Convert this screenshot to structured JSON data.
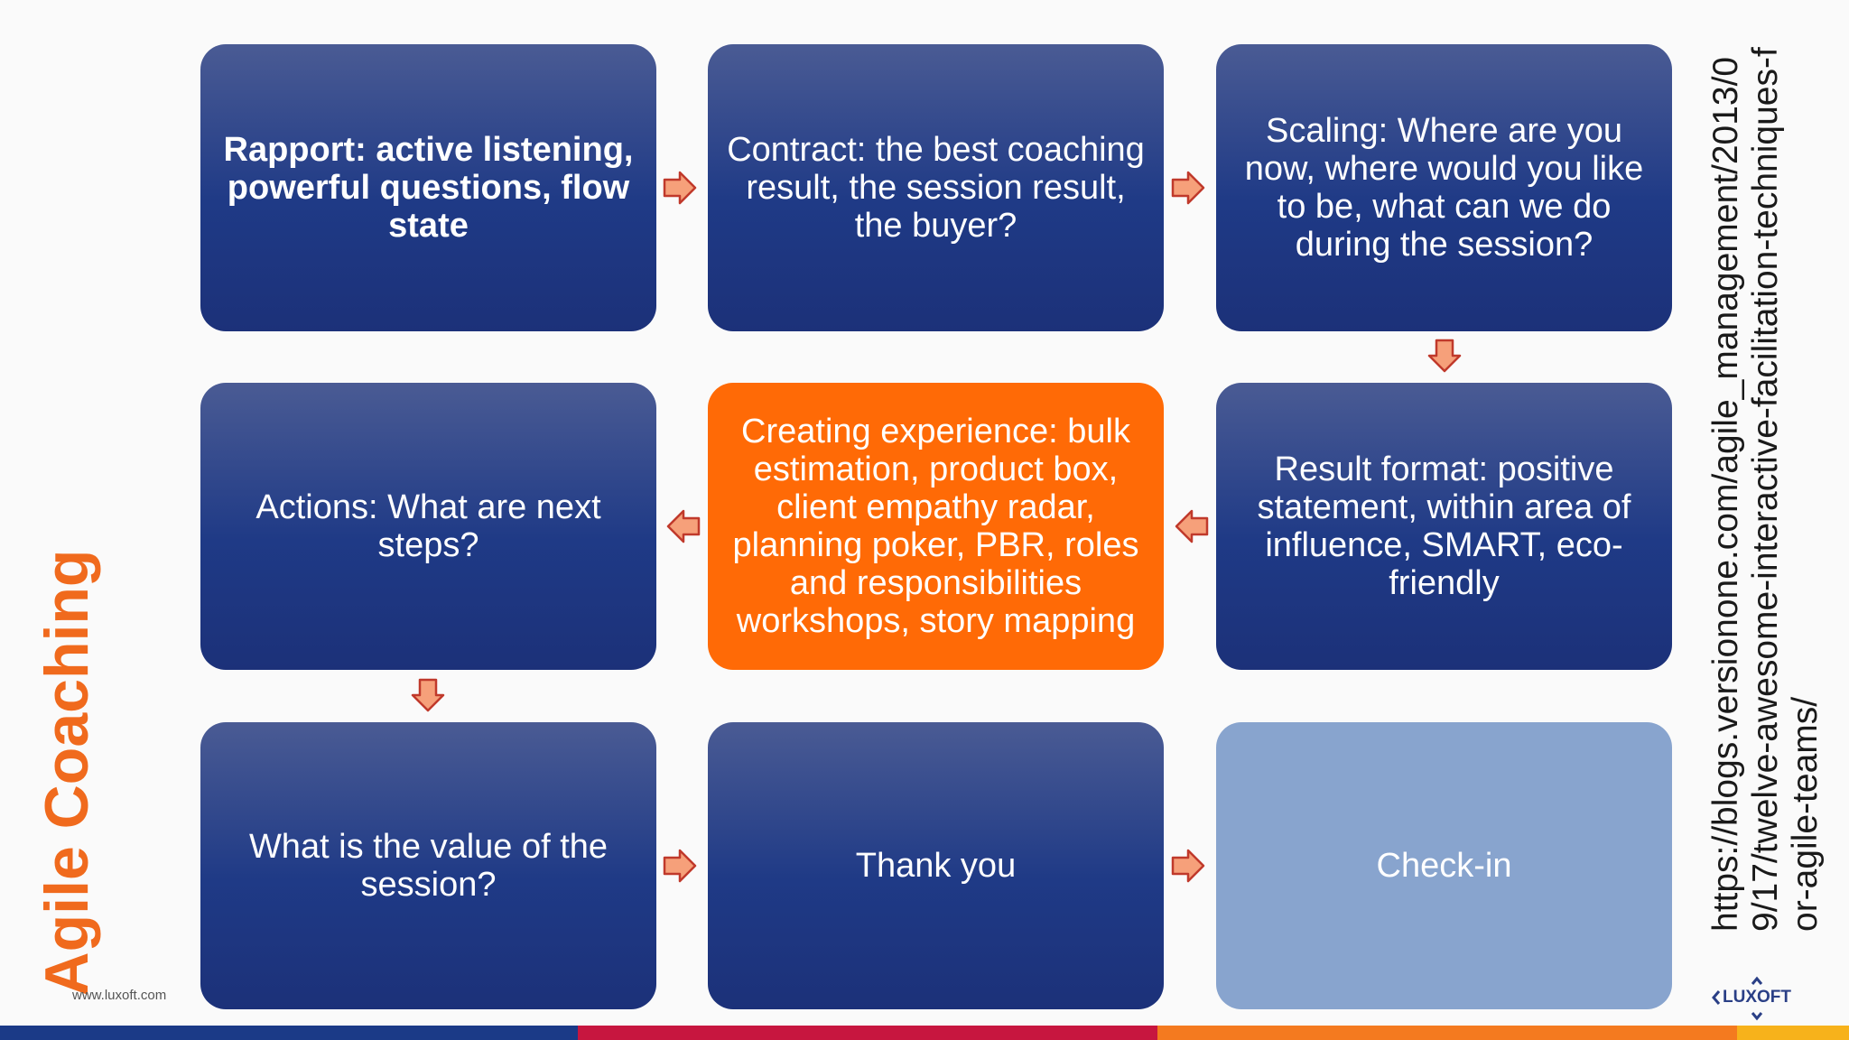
{
  "title": "Agile Coaching",
  "source_url": "https://blogs.versionone.com/agile_management/2013/09/17/twelve-awesome-interactive-facilitation-techniques-for-agile-teams/",
  "footer_site": "www.luxoft.com",
  "logo_text": "LUXOFT",
  "colors": {
    "title": "#f06a1d",
    "box_dark": "#1f3a86",
    "box_highlight": "#ff6a06",
    "box_pale": "#88a4ce",
    "arrow_fill": "#f6a07a",
    "arrow_stroke": "#c0392b",
    "bar_blue": "#1b3a87",
    "bar_red": "#c7163f",
    "bar_orange": "#f47a1f",
    "bar_yellow": "#f7b21b"
  },
  "steps": [
    {
      "id": "rapport",
      "text": "Rapport: active listening, powerful questions, flow state"
    },
    {
      "id": "contract",
      "text": "Contract: the best coaching result, the session result, the buyer?"
    },
    {
      "id": "scaling",
      "text": "Scaling: Where are  you now, where would you like to be, what can we do during the session?"
    },
    {
      "id": "result-format",
      "text": "Result format: positive statement, within area of influence, SMART, eco-friendly"
    },
    {
      "id": "creating-experience",
      "text": "Creating experience: bulk estimation, product box, client empathy radar, planning poker, PBR, roles and responsibilities workshops, story mapping"
    },
    {
      "id": "actions",
      "text": "Actions: What are next steps?"
    },
    {
      "id": "value",
      "text": "What is the value of the session?"
    },
    {
      "id": "thank-you",
      "text": "Thank you"
    },
    {
      "id": "check-in",
      "text": "Check-in"
    }
  ]
}
